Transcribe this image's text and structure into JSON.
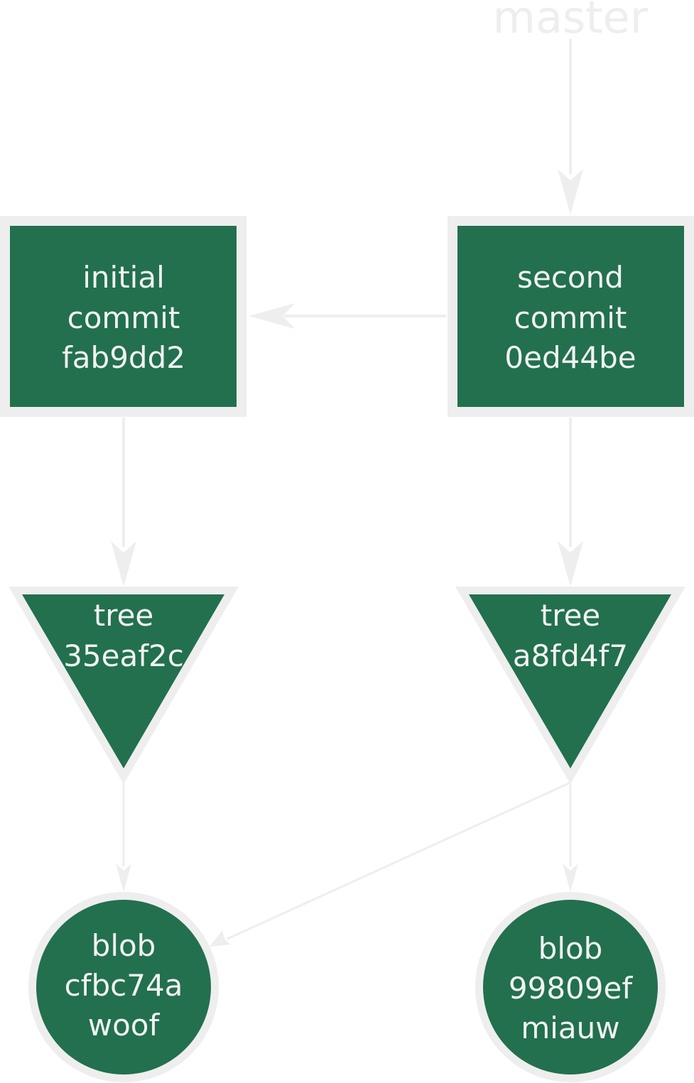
{
  "colors": {
    "node_fill": "#22704e",
    "node_border": "#eeeeee",
    "edge": "#eeeeee",
    "text": "#f2f2f2",
    "ref_text": "#eeeeee"
  },
  "ref": {
    "label": "master"
  },
  "commits": [
    {
      "line1": "initial",
      "line2": "commit",
      "line3": "fab9dd2"
    },
    {
      "line1": "second",
      "line2": "commit",
      "line3": "0ed44be"
    }
  ],
  "trees": [
    {
      "line1": "tree",
      "line2": "35eaf2c"
    },
    {
      "line1": "tree",
      "line2": "a8fd4f7"
    }
  ],
  "blobs": [
    {
      "line1": "blob",
      "line2": "cfbc74a",
      "line3": "woof"
    },
    {
      "line1": "blob",
      "line2": "99809ef",
      "line3": "miauw"
    }
  ],
  "edges": [
    {
      "from": "ref-master",
      "to": "commit-second"
    },
    {
      "from": "commit-second",
      "to": "commit-initial"
    },
    {
      "from": "commit-initial",
      "to": "tree-35eaf2c"
    },
    {
      "from": "commit-second",
      "to": "tree-a8fd4f7"
    },
    {
      "from": "tree-35eaf2c",
      "to": "blob-cfbc74a"
    },
    {
      "from": "tree-a8fd4f7",
      "to": "blob-cfbc74a"
    },
    {
      "from": "tree-a8fd4f7",
      "to": "blob-99809ef"
    }
  ]
}
